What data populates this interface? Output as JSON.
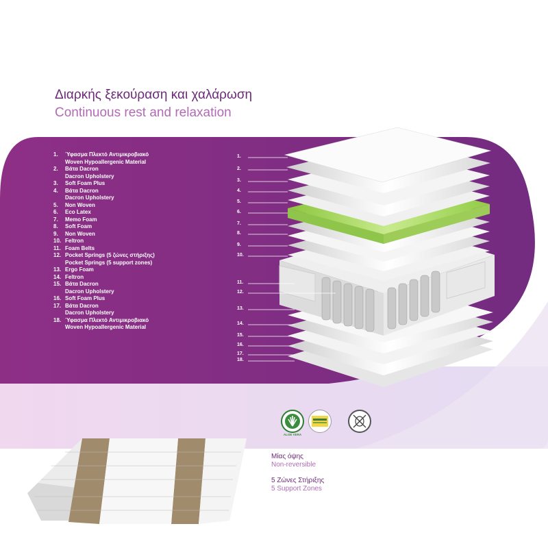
{
  "header": {
    "title_el": "Διαρκής ξεκούραση και χαλάρωση",
    "title_en": "Continuous rest and relaxation"
  },
  "layers": [
    {
      "num": "1.",
      "lines": [
        "Ύφασμα Πλεκτό Αντιμικροβιακό",
        "Woven Hypoallergenic Material"
      ]
    },
    {
      "num": "2.",
      "lines": [
        "Βάτα Dacron",
        "Dacron Upholstery"
      ]
    },
    {
      "num": "3.",
      "lines": [
        "Soft Foam Plus"
      ]
    },
    {
      "num": "4.",
      "lines": [
        "Βάτα Dacron",
        "Dacron Upholstery"
      ]
    },
    {
      "num": "5.",
      "lines": [
        "Non Woven"
      ]
    },
    {
      "num": "6.",
      "lines": [
        "Eco Latex"
      ]
    },
    {
      "num": "7.",
      "lines": [
        "Memo Foam"
      ]
    },
    {
      "num": "8.",
      "lines": [
        "Soft Foam"
      ]
    },
    {
      "num": "9.",
      "lines": [
        "Non Woven"
      ]
    },
    {
      "num": "10.",
      "lines": [
        "Feltron"
      ]
    },
    {
      "num": "11.",
      "lines": [
        "Foam Belts"
      ]
    },
    {
      "num": "12.",
      "lines": [
        "Pocket Springs (5 ζώνες στήριξης)",
        "Pocket Springs (5 support zones)"
      ]
    },
    {
      "num": "13.",
      "lines": [
        "Ergo Foam"
      ]
    },
    {
      "num": "14.",
      "lines": [
        "Feltron"
      ]
    },
    {
      "num": "15.",
      "lines": [
        "Βάτα Dacron",
        "Dacron Upholstery"
      ]
    },
    {
      "num": "16.",
      "lines": [
        "Soft Foam Plus"
      ]
    },
    {
      "num": "17.",
      "lines": [
        "Βάτα Dacron",
        "Dacron Upholstery"
      ]
    },
    {
      "num": "18.",
      "lines": [
        "Ύφασμα Πλεκτό Αντιμικροβιακό",
        "Woven Hypoallergenic Material"
      ]
    }
  ],
  "callouts": [
    "1.",
    "2.",
    "3.",
    "4.",
    "5.",
    "6.",
    "7.",
    "8.",
    "9.",
    "10.",
    "11.",
    "12.",
    "13.",
    "14.",
    "15.",
    "16.",
    "17.",
    "18."
  ],
  "certifications": [
    {
      "icon": "aloe-vera-icon",
      "label": "ALOE VERA"
    },
    {
      "icon": "oeko-tex-icon",
      "label": ""
    },
    {
      "icon": "anti-mite-icon",
      "label": ""
    }
  ],
  "features": [
    {
      "el": "Μίας όψης",
      "en": "Non-reversible"
    },
    {
      "el": "5 Ζώνες Στήριξης",
      "en": "5 Support Zones"
    }
  ],
  "colors": {
    "purple": "#7b2d7f",
    "purple_dark": "#6b2a78",
    "lilac": "#b06bb4",
    "pale": "#e9ddee",
    "latex_green": "#a4d65e",
    "spring_tan": "#8a7559"
  }
}
